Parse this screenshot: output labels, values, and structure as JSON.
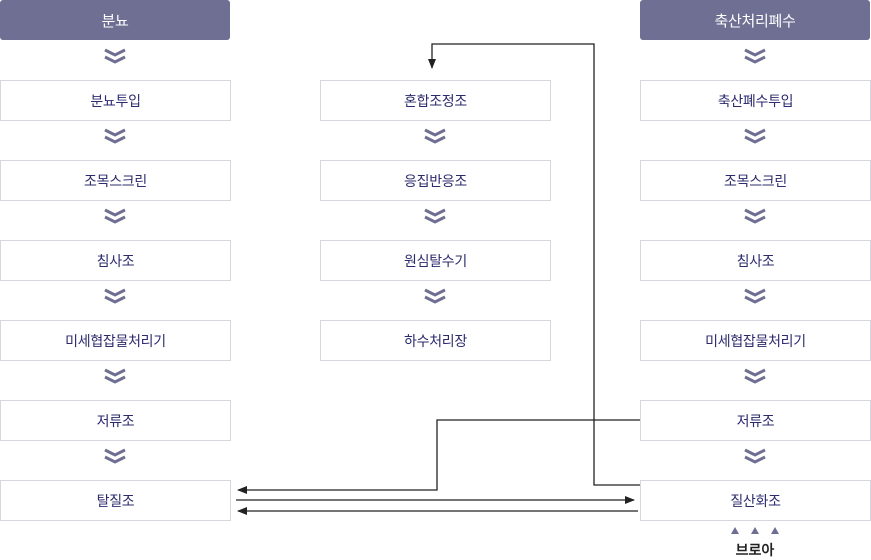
{
  "left_column": {
    "header": "분뇨",
    "steps": [
      "분뇨투입",
      "조목스크린",
      "침사조",
      "미세협잡물처리기",
      "저류조",
      "탈질조"
    ]
  },
  "middle_column": {
    "steps": [
      "혼합조정조",
      "응집반응조",
      "원심탈수기",
      "하수처리장"
    ]
  },
  "right_column": {
    "header": "축산처리폐수",
    "steps": [
      "축산폐수투입",
      "조목스크린",
      "침사조",
      "미세협잡물처리기",
      "저류조",
      "질산화조"
    ]
  },
  "bottom_input": {
    "label": "브로아"
  },
  "colors": {
    "header_bg": "#6e6f93",
    "box_border": "#d6d6de",
    "box_text": "#2b2b6e",
    "chevron": "#6e6f93",
    "line": "#222222"
  }
}
